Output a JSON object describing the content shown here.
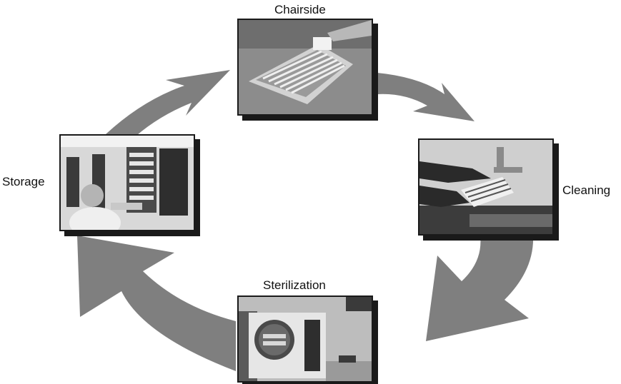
{
  "steps": {
    "chairside": {
      "label": "Chairside"
    },
    "cleaning": {
      "label": "Cleaning"
    },
    "sterilization": {
      "label": "Sterilization"
    },
    "storage": {
      "label": "Storage"
    }
  },
  "colors": {
    "arrow": "#7f7f7f",
    "frame": "#1a1a1a",
    "text": "#111111"
  }
}
